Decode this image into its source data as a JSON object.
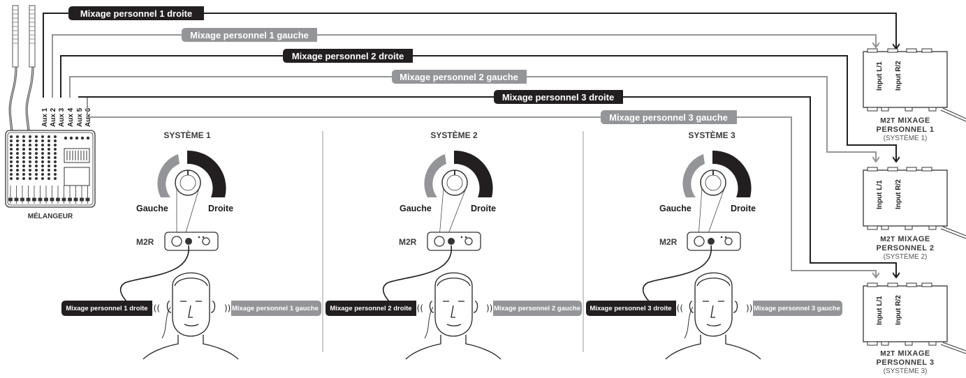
{
  "mixer": {
    "label": "MÉLANGEUR",
    "aux_outputs": [
      "Aux 1",
      "Aux 2",
      "Aux 3",
      "Aux 4",
      "Aux 5",
      "Aux 6"
    ]
  },
  "send_labels": [
    "Mixage personnel 1 droite",
    "Mixage personnel 1 gauche",
    "Mixage personnel 2 droite",
    "Mixage personnel 2 gauche",
    "Mixage personnel 3 droite",
    "Mixage personnel 3 gauche"
  ],
  "systems": [
    {
      "title": "SYSTÈME 1",
      "left": "Gauche",
      "right": "Droite",
      "device": "M2R",
      "ear_right_label": "Mixage personnel 1 droite",
      "ear_left_label": "Mixage personnel 1 gauche"
    },
    {
      "title": "SYSTÈME 2",
      "left": "Gauche",
      "right": "Droite",
      "device": "M2R",
      "ear_right_label": "Mixage personnel 2 droite",
      "ear_left_label": "Mixage personnel 2 gauche"
    },
    {
      "title": "SYSTÈME 3",
      "left": "Gauche",
      "right": "Droite",
      "device": "M2R",
      "ear_right_label": "Mixage personnel 3 droite",
      "ear_left_label": "Mixage personnel 3 gauche"
    }
  ],
  "transmitters": [
    {
      "input_l": "Input L/1",
      "input_r": "Input R/2",
      "model": "M2T",
      "line1": "MIXAGE",
      "line2": "PERSONNEL 1",
      "line3": "(SYSTÈME 1)"
    },
    {
      "input_l": "Input L/1",
      "input_r": "Input R/2",
      "model": "M2T",
      "line1": "MIXAGE",
      "line2": "PERSONNEL 2",
      "line3": "(SYSTÈME 2)"
    },
    {
      "input_l": "Input L/1",
      "input_r": "Input R/2",
      "model": "M2T",
      "line1": "MIXAGE",
      "line2": "PERSONNEL 3",
      "line3": "(SYSTÈME 3)"
    }
  ],
  "colors": {
    "right_channel": "#231f20",
    "left_channel": "#939598",
    "text": "#3a3a3a"
  }
}
